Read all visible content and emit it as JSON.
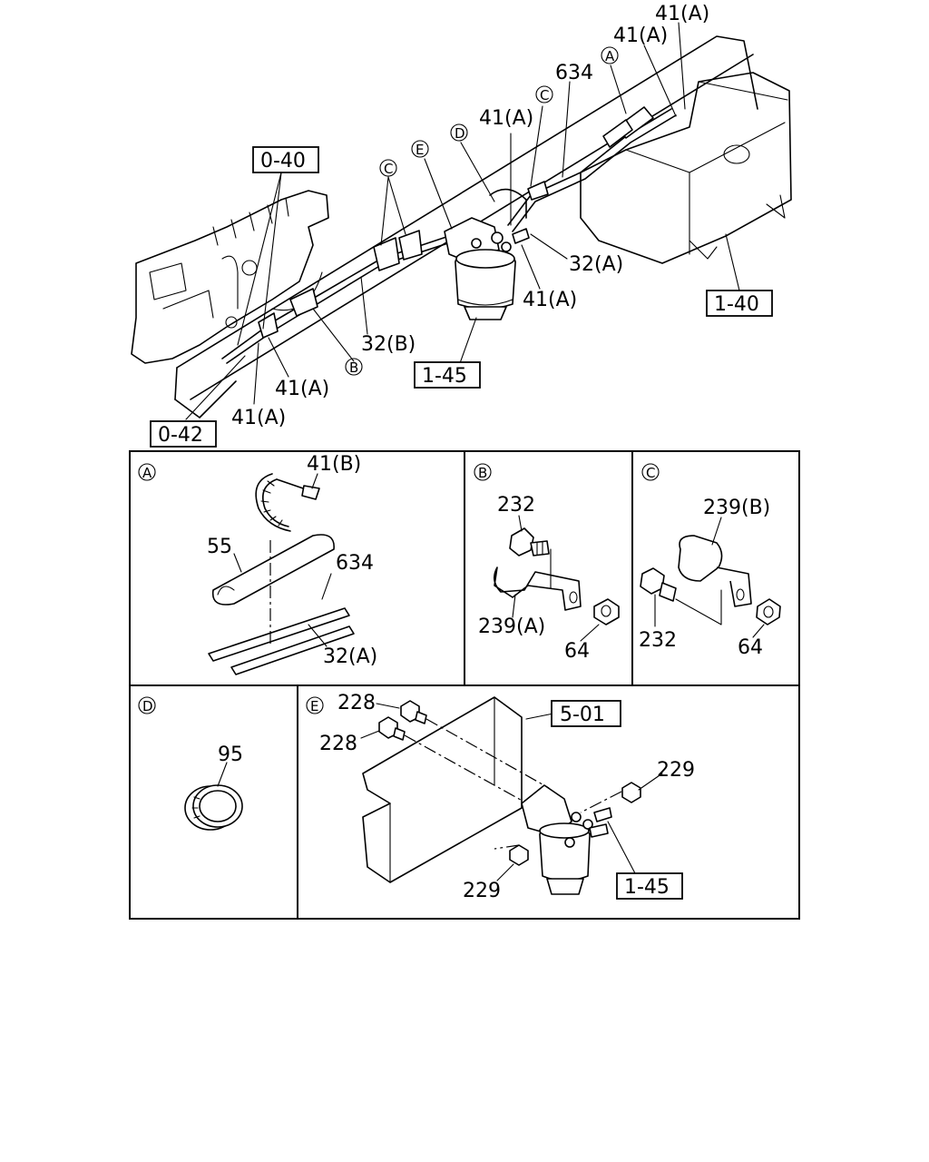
{
  "overview": {
    "ref_0_40": "0-40",
    "ref_0_42": "0-42",
    "ref_1_40": "1-40",
    "ref_1_45": "1-45",
    "label_41a_top1": "41(A)",
    "label_41a_top2": "41(A)",
    "label_41a_mid": "41(A)",
    "label_41a_right": "41(A)",
    "label_41a_left1": "41(A)",
    "label_41a_left2": "41(A)",
    "label_634": "634",
    "label_32a": "32(A)",
    "label_32b": "32(B)",
    "callout_a": "A",
    "callout_b": "B",
    "callout_c1": "C",
    "callout_c2": "C",
    "callout_d": "D",
    "callout_e": "E"
  },
  "detail_a": {
    "id": "A",
    "label_41b": "41(B)",
    "label_55": "55",
    "label_634": "634",
    "label_32a": "32(A)"
  },
  "detail_b": {
    "id": "B",
    "label_232": "232",
    "label_239a": "239(A)",
    "label_64": "64"
  },
  "detail_c": {
    "id": "C",
    "label_239b": "239(B)",
    "label_232": "232",
    "label_64": "64"
  },
  "detail_d": {
    "id": "D",
    "label_95": "95"
  },
  "detail_e": {
    "id": "E",
    "label_228a": "228",
    "label_228b": "228",
    "ref_5_01": "5-01",
    "label_229a": "229",
    "label_229b": "229",
    "ref_1_45": "1-45"
  }
}
